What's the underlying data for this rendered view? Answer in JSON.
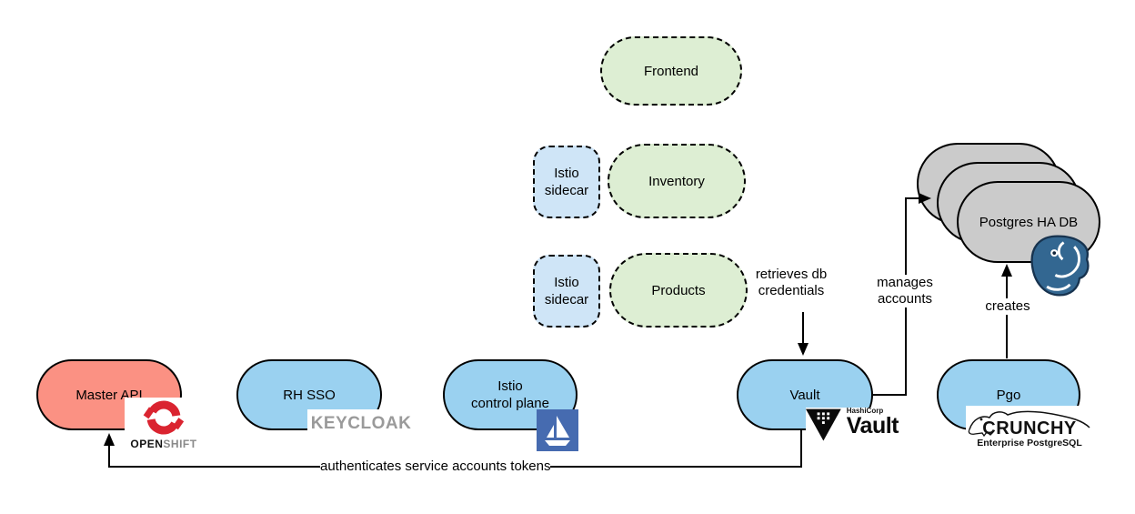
{
  "nodes": {
    "frontend": "Frontend",
    "istio_sidecar1": {
      "line1": "Istio",
      "line2": "sidecar"
    },
    "inventory": "Inventory",
    "istio_sidecar2": {
      "line1": "Istio",
      "line2": "sidecar"
    },
    "products": "Products",
    "master_api": "Master API",
    "rh_sso": "RH SSO",
    "istio_control_plane": {
      "line1": "Istio",
      "line2": "control plane"
    },
    "vault": "Vault",
    "pgo": "Pgo",
    "postgres_ha_db": "Postgres HA DB"
  },
  "edges": {
    "retrieves": {
      "line1": "retrieves db",
      "line2": "credentials"
    },
    "manages": {
      "line1": "manages",
      "line2": "accounts"
    },
    "creates": "creates",
    "authenticates": "authenticates service accounts tokens"
  },
  "logos": {
    "openshift": {
      "bold": "OPEN",
      "light": "SHIFT"
    },
    "keycloak": {
      "text": "KEYCLOAK"
    },
    "hashicorp_vault": {
      "company": "HashiCorp",
      "product": "Vault"
    },
    "crunchy": {
      "name": "CRUNCHY",
      "subtitle": "Enterprise PostgreSQL"
    }
  },
  "colors": {
    "node_green": "#ddeed3",
    "node_pale_blue": "#cfe5f7",
    "node_blue": "#9ad1f0",
    "node_salmon": "#fb9183",
    "node_gray": "#cbcbcb",
    "istio_logo_blue": "#466bb0",
    "postgres_blue": "#336791",
    "openshift_red": "#da2430",
    "keycloak_cyan": "#19b4d4",
    "line_black": "#000000"
  }
}
